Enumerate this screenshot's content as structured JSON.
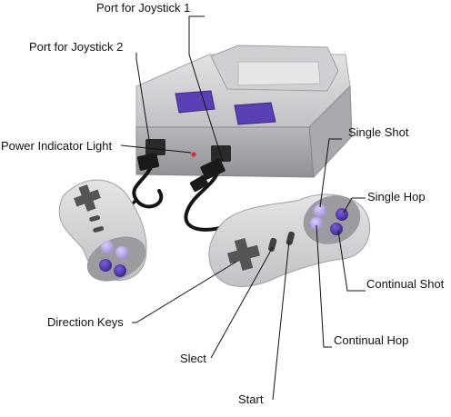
{
  "labels": {
    "port_joystick_1": "Port for Joystick 1",
    "port_joystick_2": "Port for Joystick 2",
    "power_indicator_light": "Power Indicator Light",
    "single_shot": "Single Shot",
    "single_hop": "Single Hop",
    "continual_shot": "Continual Shot",
    "continual_hop": "Continual Hop",
    "direction_keys": "Direction Keys",
    "slect": "Slect",
    "start": "Start"
  },
  "colors": {
    "console_body": "#c9c9cc",
    "console_dark": "#9e9ea2",
    "cartridge_button": "#5b3fb5",
    "controller_body": "#d4d4d7",
    "dpad": "#555558",
    "face_button_light": "#b7a6e6",
    "face_button_dark": "#4a2f9e",
    "cable": "#151515",
    "leader_line": "#111111"
  }
}
